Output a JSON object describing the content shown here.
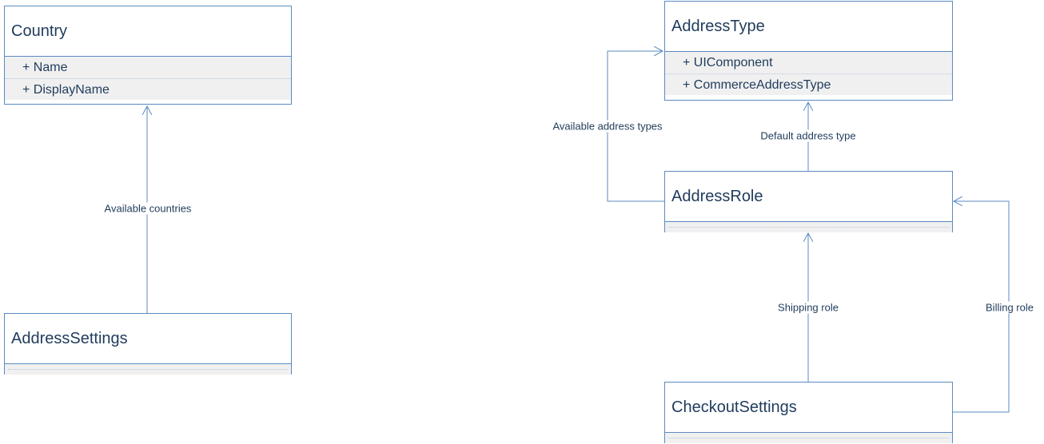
{
  "classes": {
    "country": {
      "name": "Country",
      "attributes": [
        "+ Name",
        "+ DisplayName"
      ]
    },
    "address_settings": {
      "name": "AddressSettings",
      "attributes": []
    },
    "address_type": {
      "name": "AddressType",
      "attributes": [
        "+ UIComponent",
        "+ CommerceAddressType"
      ]
    },
    "address_role": {
      "name": "AddressRole",
      "attributes": []
    },
    "checkout_settings": {
      "name": "CheckoutSettings",
      "attributes": []
    }
  },
  "edges": {
    "available_countries": "Available countries",
    "available_address_types": "Available address types",
    "default_address_type": "Default address type",
    "shipping_role": "Shipping role",
    "billing_role": "Billing role"
  },
  "colors": {
    "line": "#5b8ac2",
    "text": "#1f3b5c",
    "compartment": "#f0f0f0"
  }
}
